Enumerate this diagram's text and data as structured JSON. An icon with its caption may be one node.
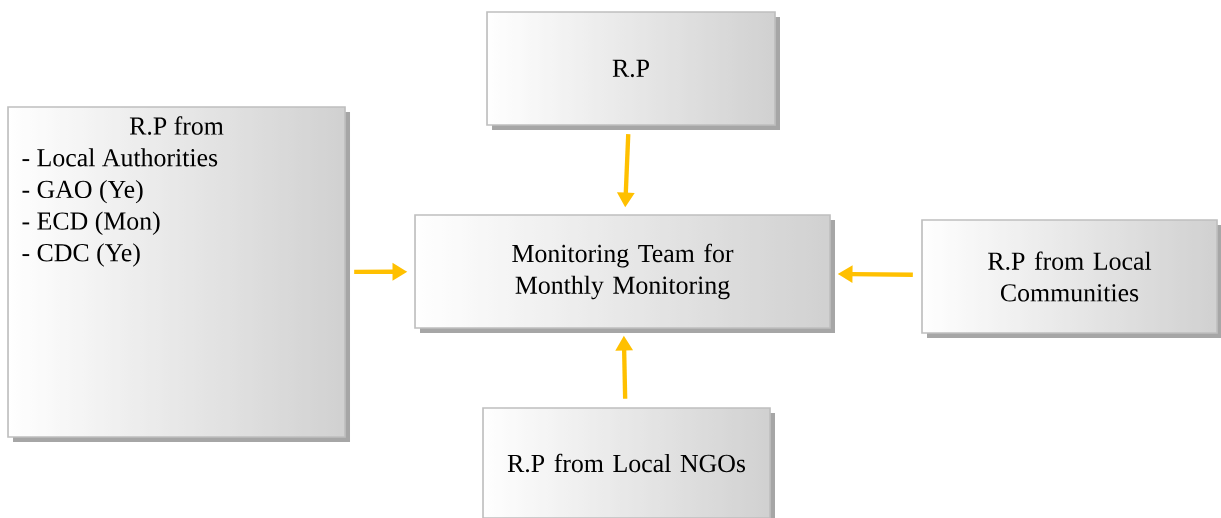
{
  "diagram": {
    "nodes": [
      {
        "text": [
          "R.P"
        ]
      },
      {
        "text": [
          "R.P from",
          "- Local Authorities",
          "- GAO (Ye)",
          "- ECD (Mon)",
          "- CDC (Ye)"
        ]
      },
      {
        "text": [
          "Monitoring Team for Monthly Monitoring"
        ]
      },
      {
        "text": [
          "R.P from Local Communities"
        ]
      },
      {
        "text": [
          "R.P from Local NGOs"
        ]
      }
    ],
    "edges": [
      {
        "from": 0,
        "to": 2,
        "arrow": "to"
      },
      {
        "from": 1,
        "to": 2,
        "arrow": "to"
      },
      {
        "from": 3,
        "to": 2,
        "arrow": "to"
      },
      {
        "from": 4,
        "to": 2,
        "arrow": "to"
      }
    ]
  }
}
